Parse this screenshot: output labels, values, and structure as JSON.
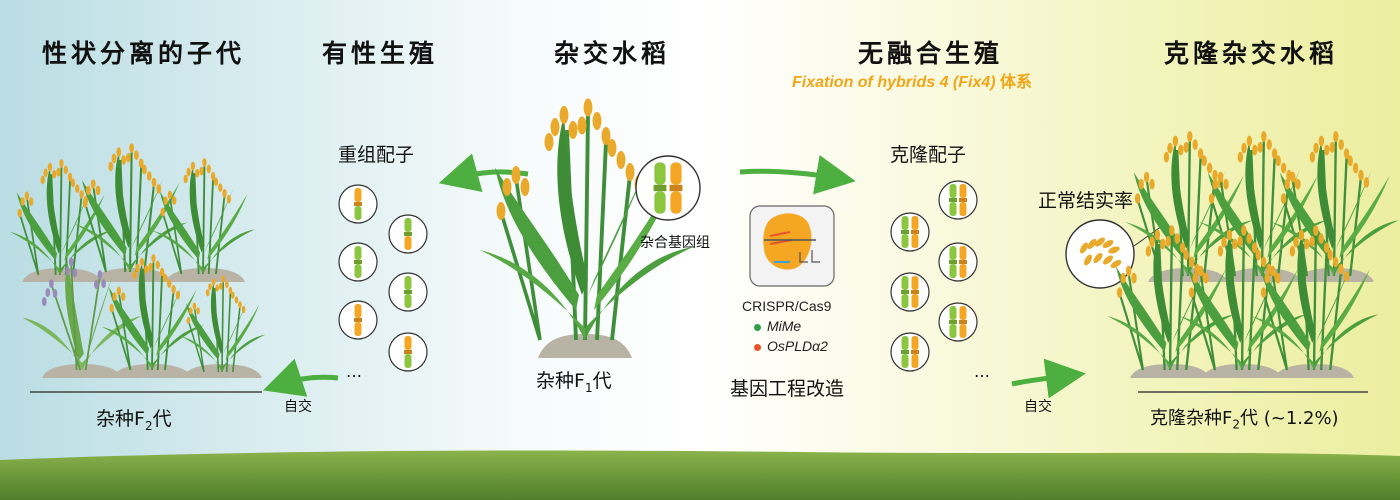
{
  "headings": {
    "left": "性状分离的子代",
    "sexual": "有性生殖",
    "hybrid": "杂交水稻",
    "apomixis": "无融合生殖",
    "clonal": "克隆杂交水稻"
  },
  "fix4": {
    "text_prefix": "Fixation of hybrids 4 (",
    "text_italic": "Fix4",
    "text_suffix": ")",
    "text_cn": "体系"
  },
  "labels": {
    "recombinant_gametes": "重组配子",
    "clonal_gametes": "克隆配子",
    "heterozygous_genome": "杂合基因组",
    "normal_seed_set": "正常结实率",
    "self_cross_left": "自交",
    "self_cross_right": "自交",
    "ellipsis_left": "…",
    "ellipsis_right": "…",
    "f2_left_main": "杂种F",
    "f2_left_sub": "2",
    "f2_left_suffix": "代",
    "f1_main": "杂种F",
    "f1_sub": "1",
    "f1_suffix": "代",
    "f2_right_main": "克隆杂种F",
    "f2_right_sub": "2",
    "f2_right_suffix": "代 (~1.2%)",
    "gene_editing": "基因工程改造"
  },
  "crispr": {
    "title": "CRISPR/Cas9",
    "genes": [
      {
        "name": "MiMe",
        "color": "#2e9e4b"
      },
      {
        "name": "OsPLDα2",
        "color": "#e8542a"
      }
    ]
  },
  "colors": {
    "green_chromosome": "#8cc63f",
    "orange_chromosome": "#f5a623",
    "arrow_green": "#4caf3f",
    "grass": "#6a9a3a",
    "background_left": "#bfe0e6",
    "background_right": "#eef0a0"
  }
}
